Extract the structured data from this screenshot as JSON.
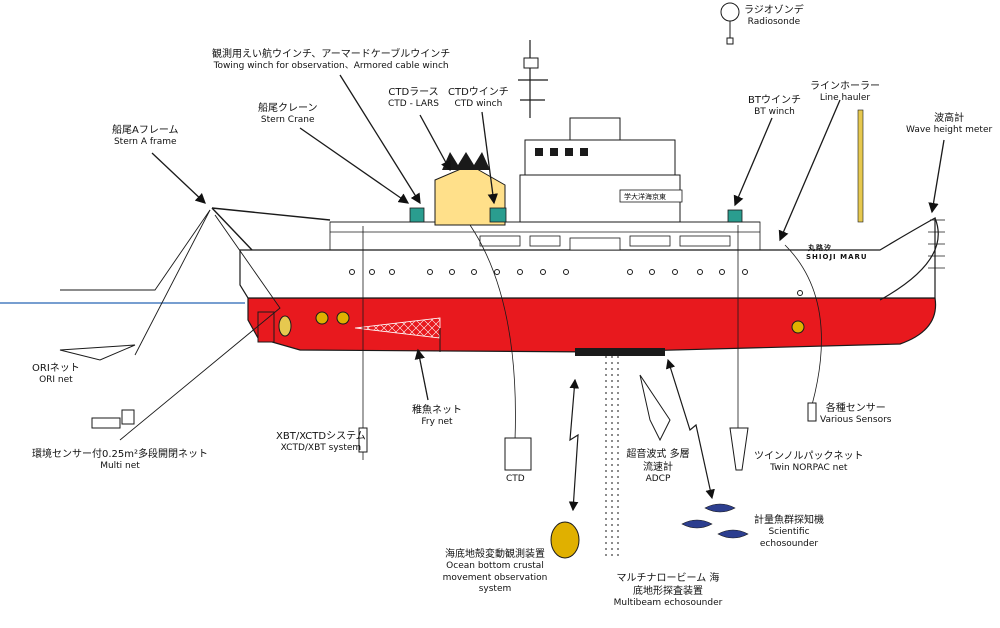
{
  "ship": {
    "name_en": "SHIOJI MARU",
    "name_ja": "丸路汐",
    "bridge_sign": "学大洋海京東"
  },
  "labels": {
    "radiosonde": {
      "ja": "ラジオゾンデ",
      "en": "Radiosonde"
    },
    "towing_winch": {
      "ja": "観測用えい航ウインチ、アーマードケーブルウインチ",
      "en": "Towing winch for observation、Armored cable winch"
    },
    "ctd_lars": {
      "ja": "CTDラース",
      "en": "CTD - LARS"
    },
    "ctd_winch": {
      "ja": "CTDウインチ",
      "en": "CTD winch"
    },
    "stern_crane": {
      "ja": "船尾クレーン",
      "en": "Stern Crane"
    },
    "stern_a_frame": {
      "ja": "船尾Aフレーム",
      "en": "Stern A frame"
    },
    "bt_winch": {
      "ja": "BTウインチ",
      "en": "BT winch"
    },
    "line_hauler": {
      "ja": "ラインホーラー",
      "en": "Line hauler"
    },
    "wave_height_meter": {
      "ja": "波高計",
      "en": "Wave height meter"
    },
    "ori_net": {
      "ja": "ORIネット",
      "en": "ORI net"
    },
    "multi_net": {
      "ja": "環境センサー付0.25m²多段開閉ネット",
      "en": "Multi net"
    },
    "xbt_xctd": {
      "ja": "XBT/XCTDシステム",
      "en": "XCTD/XBT system"
    },
    "fry_net": {
      "ja": "稚魚ネット",
      "en": "Fry net"
    },
    "ctd": {
      "ja": "",
      "en": "CTD"
    },
    "adcp": {
      "ja": "超音波式 多層流速計",
      "en": "ADCP"
    },
    "ocean_bottom": {
      "ja": "海底地殻変動観測装置",
      "en": "Ocean bottom crustal movement observation system"
    },
    "multibeam": {
      "ja": "マルチナロービーム 海底地形探査装置",
      "en": "Multibeam echosounder"
    },
    "twin_norpac": {
      "ja": "ツインノルパックネット",
      "en": "Twin NORPAC net"
    },
    "scientific_echosounder": {
      "ja": "計量魚群探知機",
      "en": "Scientific echosounder"
    },
    "various_sensors": {
      "ja": "各種センサー",
      "en": "Various Sensors"
    }
  },
  "colors": {
    "hull_red": "#e8191e",
    "hull_white": "#ffffff",
    "outline": "#1a1a1a",
    "water": "#4a7fc1",
    "lars_yellow": "#ffe08a",
    "winch_teal": "#2a9d8f",
    "stack_black": "#1a1a1a",
    "mast_yellow": "#e6c84f",
    "buoy_gold": "#e0b000"
  }
}
